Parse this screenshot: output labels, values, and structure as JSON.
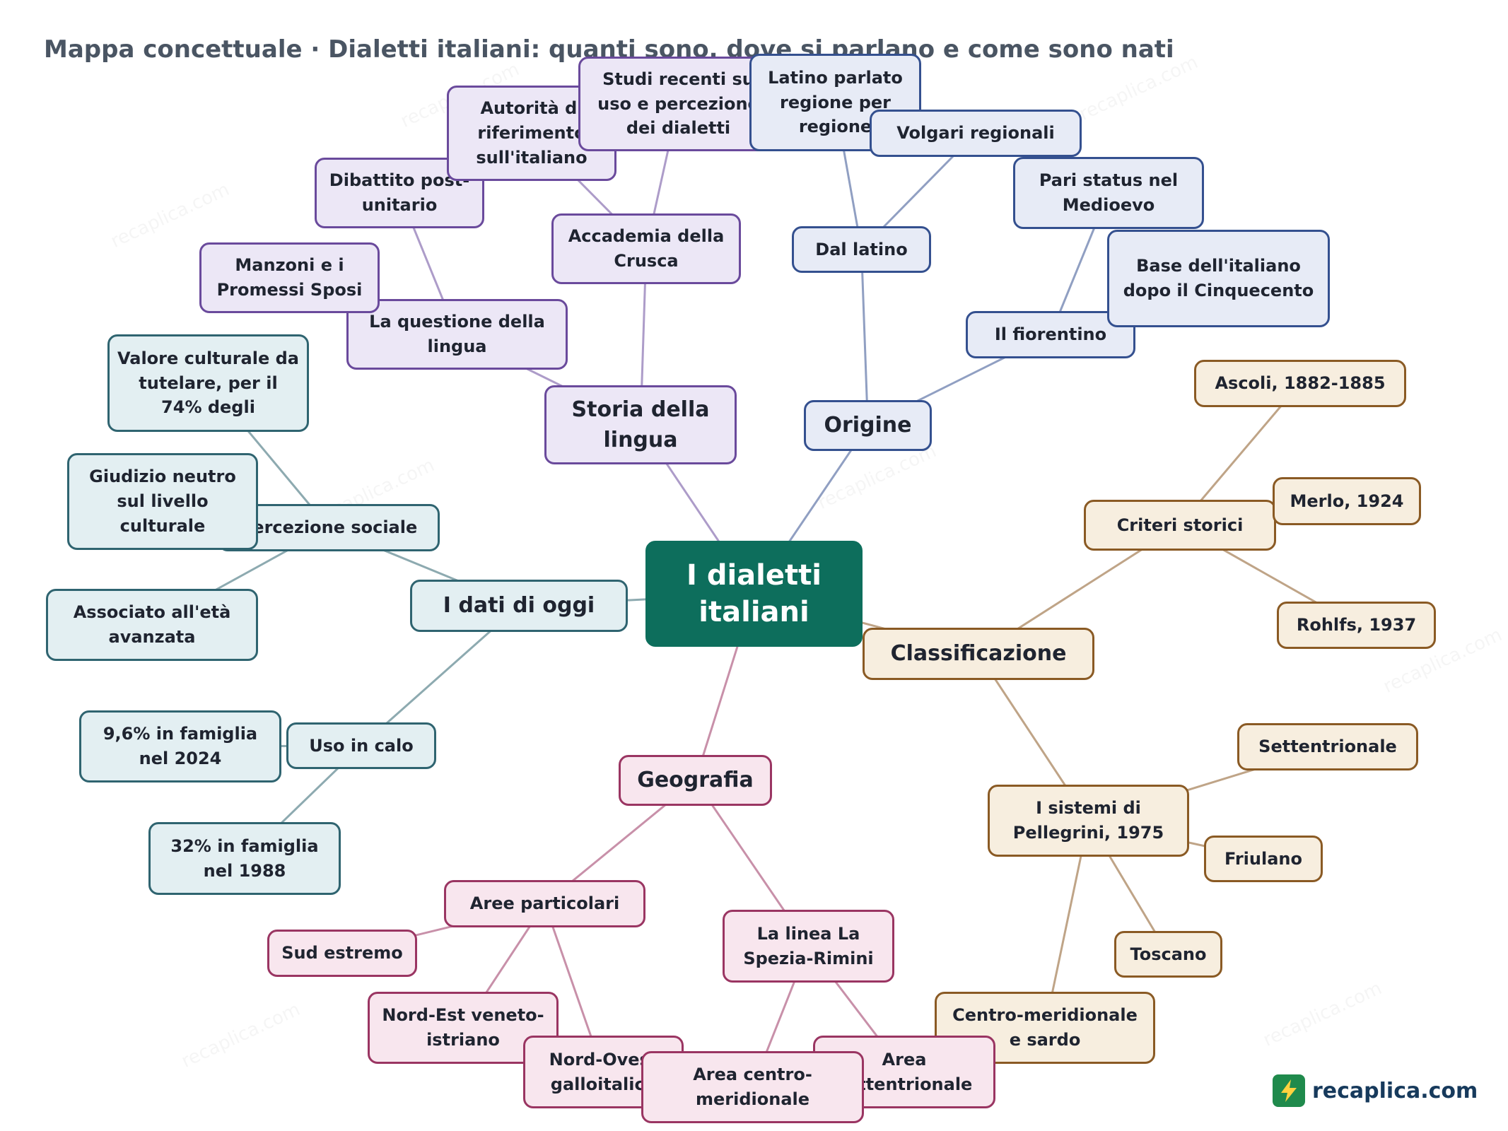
{
  "title": "Mappa concettuale · Dialetti italiani: quanti sono, dove si parlano e come sono nati",
  "brand": "recaplica.com",
  "diagram": {
    "root": "I dialetti italiani",
    "branches": {
      "storia": {
        "label": "Storia della lingua",
        "questione": "La questione della lingua",
        "manzoni": "Manzoni e i Promessi Sposi",
        "dibattito": "Dibattito post-unitario",
        "crusca": "Accademia della Crusca",
        "autorita": "Autorità di riferimento sull'italiano",
        "studi": "Studi recenti su uso e percezione dei dialetti"
      },
      "origine": {
        "label": "Origine",
        "latino": "Dal latino",
        "latino_parlato": "Latino parlato regione per regione",
        "volgari": "Volgari regionali",
        "fiorentino": "Il fiorentino",
        "pari_status": "Pari status nel Medioevo",
        "base": "Base dell'italiano dopo il Cinquecento"
      },
      "dati": {
        "label": "I dati di oggi",
        "percezione": "Percezione sociale",
        "valore": "Valore culturale da tutelare, per il 74% degli",
        "giudizio": "Giudizio neutro sul livello culturale",
        "associato": "Associato all'età avanzata",
        "uso": "Uso in calo",
        "famiglia_2024": "9,6% in famiglia nel 2024",
        "famiglia_1988": "32% in famiglia nel 1988"
      },
      "classificazione": {
        "label": "Classificazione",
        "criteri": "Criteri storici",
        "ascoli": "Ascoli, 1882-1885",
        "merlo": "Merlo, 1924",
        "rohlfs": "Rohlfs, 1937",
        "pellegrini": "I sistemi di Pellegrini, 1975",
        "settentrionale": "Settentrionale",
        "friulano": "Friulano",
        "toscano": "Toscano",
        "centro_sardo": "Centro-meridionale e sardo"
      },
      "geografia": {
        "label": "Geografia",
        "aree": "Aree particolari",
        "sud": "Sud estremo",
        "nord_est": "Nord-Est veneto-istriano",
        "nord_ovest": "Nord-Ovest galloitalico",
        "linea": "La linea La Spezia-Rimini",
        "area_centro": "Area centro-meridionale",
        "area_sett": "Area settentrionale"
      }
    }
  },
  "colors": {
    "root": "#0d6e5c",
    "storia": "#6a4a9c",
    "origine": "#34508f",
    "dati": "#2f6470",
    "classificazione": "#8a5a24",
    "geografia": "#9a3562"
  },
  "icons": {
    "logo": "lightning-bolt-icon"
  }
}
